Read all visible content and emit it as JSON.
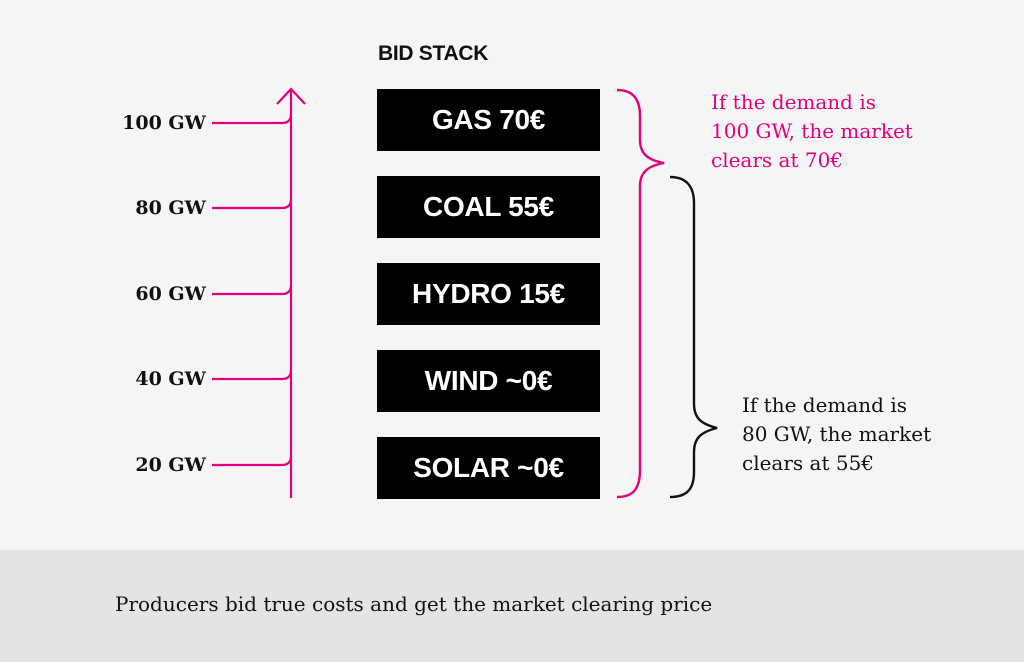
{
  "diagram": {
    "title": "BID STACK",
    "bids": [
      {
        "label": "GAS 70€"
      },
      {
        "label": "COAL 55€"
      },
      {
        "label": "HYDRO 15€"
      },
      {
        "label": "WIND ~0€"
      },
      {
        "label": "SOLAR ~0€"
      }
    ],
    "capacity_levels": [
      "100 GW",
      "80 GW",
      "60 GW",
      "40 GW",
      "20 GW"
    ],
    "annotations": {
      "demand_100": "If the demand is\n100 GW, the market\nclears at 70€",
      "demand_80": "If the demand is\n80 GW, the market\nclears at 55€"
    },
    "colors": {
      "accent": "#e4007c",
      "box": "#000000",
      "box_text": "#ffffff",
      "background": "#f4f5f4",
      "footer_background": "#e3e5e2"
    },
    "icons": {
      "axis_arrow": "up-arrow-icon"
    }
  },
  "footer": {
    "caption": "Producers bid true costs and get the market clearing price"
  }
}
